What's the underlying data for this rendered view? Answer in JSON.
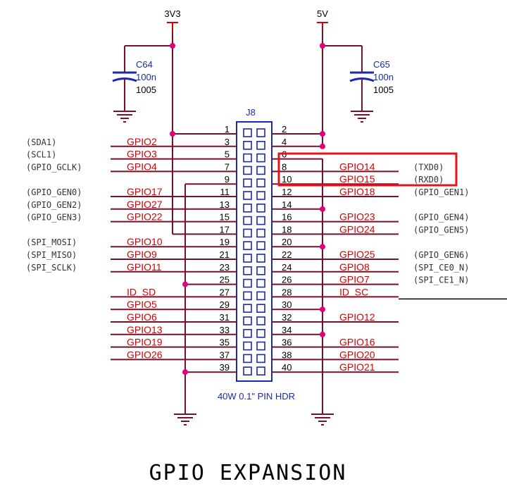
{
  "rails": {
    "left": "3V3",
    "right": "5V"
  },
  "capacitors": [
    {
      "ref": "C64",
      "value": "100n",
      "package": "1005"
    },
    {
      "ref": "C65",
      "value": "100n",
      "package": "1005"
    }
  ],
  "header": {
    "ref": "J8",
    "description": "40W 0.1\" PIN HDR"
  },
  "left_pins": [
    {
      "num": "1",
      "net": "",
      "alt": ""
    },
    {
      "num": "3",
      "net": "GPIO2",
      "alt": "(SDA1)"
    },
    {
      "num": "5",
      "net": "GPIO3",
      "alt": "(SCL1)"
    },
    {
      "num": "7",
      "net": "GPIO4",
      "alt": "(GPIO_GCLK)"
    },
    {
      "num": "9",
      "net": "",
      "alt": ""
    },
    {
      "num": "11",
      "net": "GPIO17",
      "alt": "(GPIO_GEN0)"
    },
    {
      "num": "13",
      "net": "GPIO27",
      "alt": "(GPIO_GEN2)"
    },
    {
      "num": "15",
      "net": "GPIO22",
      "alt": "(GPIO_GEN3)"
    },
    {
      "num": "17",
      "net": "",
      "alt": ""
    },
    {
      "num": "19",
      "net": "GPIO10",
      "alt": "(SPI_MOSI)"
    },
    {
      "num": "21",
      "net": "GPIO9",
      "alt": "(SPI_MISO)"
    },
    {
      "num": "23",
      "net": "GPIO11",
      "alt": "(SPI_SCLK)"
    },
    {
      "num": "25",
      "net": "",
      "alt": ""
    },
    {
      "num": "27",
      "net": "ID_SD",
      "alt": ""
    },
    {
      "num": "29",
      "net": "GPIO5",
      "alt": ""
    },
    {
      "num": "31",
      "net": "GPIO6",
      "alt": ""
    },
    {
      "num": "33",
      "net": "GPIO13",
      "alt": ""
    },
    {
      "num": "35",
      "net": "GPIO19",
      "alt": ""
    },
    {
      "num": "37",
      "net": "GPIO26",
      "alt": ""
    },
    {
      "num": "39",
      "net": "",
      "alt": ""
    }
  ],
  "right_pins": [
    {
      "num": "2",
      "net": "",
      "alt": ""
    },
    {
      "num": "4",
      "net": "",
      "alt": ""
    },
    {
      "num": "6",
      "net": "",
      "alt": ""
    },
    {
      "num": "8",
      "net": "GPIO14",
      "alt": "(TXD0)"
    },
    {
      "num": "10",
      "net": "GPIO15",
      "alt": "(RXD0)"
    },
    {
      "num": "12",
      "net": "GPIO18",
      "alt": "(GPIO_GEN1)"
    },
    {
      "num": "14",
      "net": "",
      "alt": ""
    },
    {
      "num": "16",
      "net": "GPIO23",
      "alt": "(GPIO_GEN4)"
    },
    {
      "num": "18",
      "net": "GPIO24",
      "alt": "(GPIO_GEN5)"
    },
    {
      "num": "20",
      "net": "",
      "alt": ""
    },
    {
      "num": "22",
      "net": "GPIO25",
      "alt": "(GPIO_GEN6)"
    },
    {
      "num": "24",
      "net": "GPIO8",
      "alt": "(SPI_CE0_N)"
    },
    {
      "num": "26",
      "net": "GPIO7",
      "alt": "(SPI_CE1_N)"
    },
    {
      "num": "28",
      "net": "ID_SC",
      "alt": ""
    },
    {
      "num": "30",
      "net": "",
      "alt": ""
    },
    {
      "num": "32",
      "net": "GPIO12",
      "alt": ""
    },
    {
      "num": "34",
      "net": "",
      "alt": ""
    },
    {
      "num": "36",
      "net": "GPIO16",
      "alt": ""
    },
    {
      "num": "38",
      "net": "GPIO20",
      "alt": ""
    },
    {
      "num": "40",
      "net": "GPIO21",
      "alt": ""
    }
  ],
  "title": "GPIO EXPANSION",
  "colors": {
    "wire": "#7a0f2a",
    "net_label": "#d40000",
    "pin_number": "#000000",
    "component": "#1a2aa8",
    "junction": "#e0007a",
    "highlight": "#e0141e"
  }
}
